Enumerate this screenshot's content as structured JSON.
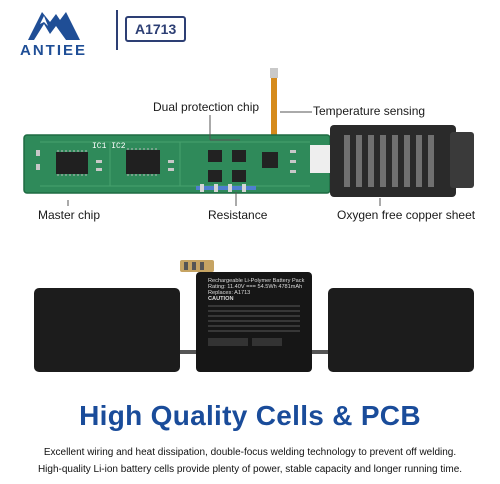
{
  "header": {
    "brand": "ANTIEE",
    "model": "A1713"
  },
  "pcb_labels": {
    "dual_protection_chip": "Dual protection chip",
    "temperature_sensing": "Temperature sensing",
    "master_chip": "Master chip",
    "resistance": "Resistance",
    "oxygen_free_copper_sheet": "Oxygen free copper sheet",
    "chip_marks": "IC1  IC2"
  },
  "battery_label": {
    "line1": "Rechargeable Li-Polymer Battery Pack",
    "line2": "Rating: 11.40V === 54.5Wh 4781mAh",
    "line3": "Replaces: A1713",
    "line4": "CAUTION"
  },
  "title": "High Quality Cells & PCB",
  "description": [
    "Excellent wiring and heat dissipation, double-focus welding technology to prevent off welding.",
    "High-quality Li-ion battery cells provide plenty of power, stable capacity and longer running time."
  ],
  "colors": {
    "brand_blue": "#1f4e96",
    "title_blue": "#1a4c9a",
    "pcb_green": "#2f8a5a",
    "cell_dark": "#1c1c1c"
  }
}
